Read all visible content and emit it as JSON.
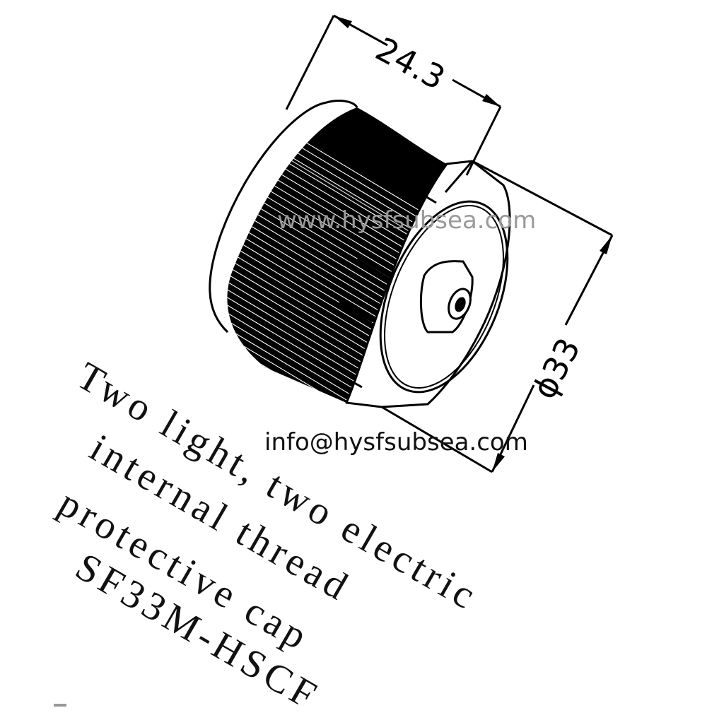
{
  "drawing": {
    "part_name_lines": [
      "Two light, two electric",
      "internal thread",
      "protective cap",
      "SF33M-HSCF"
    ],
    "dimensions": {
      "length": "24.3",
      "diameter": "ϕ33"
    }
  },
  "watermarks": {
    "top": "www.hysfsubsea.com",
    "contact": "info@hysfsubsea.com"
  },
  "colors": {
    "ink": "#000000",
    "watermark_gray": "#9a9a9a",
    "background": "#ffffff"
  }
}
